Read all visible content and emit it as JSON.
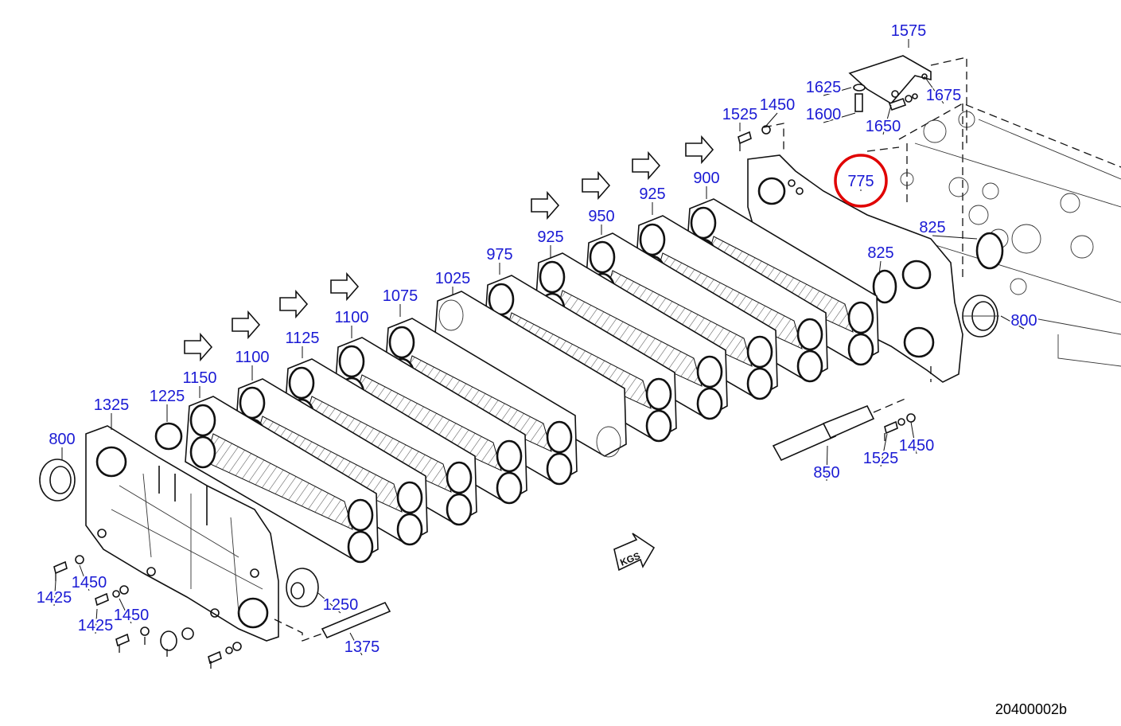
{
  "diagram": {
    "drawing_code": "20400002b",
    "kgs_mark": "KGS",
    "highlighted_part": "775",
    "highlight_color": "#e00000",
    "label_color": "#1a1ad4",
    "labels": [
      "1575",
      "1625",
      "1675",
      "1600",
      "1650",
      "1525",
      "1450",
      "775",
      "825",
      "825",
      "800",
      "1450",
      "1525",
      "850",
      "900",
      "925",
      "950",
      "925",
      "975",
      "1025",
      "1075",
      "1100",
      "1125",
      "1100",
      "1150",
      "1225",
      "1325",
      "800",
      "1250",
      "1375",
      "1425",
      "1450",
      "1425",
      "1450"
    ]
  }
}
